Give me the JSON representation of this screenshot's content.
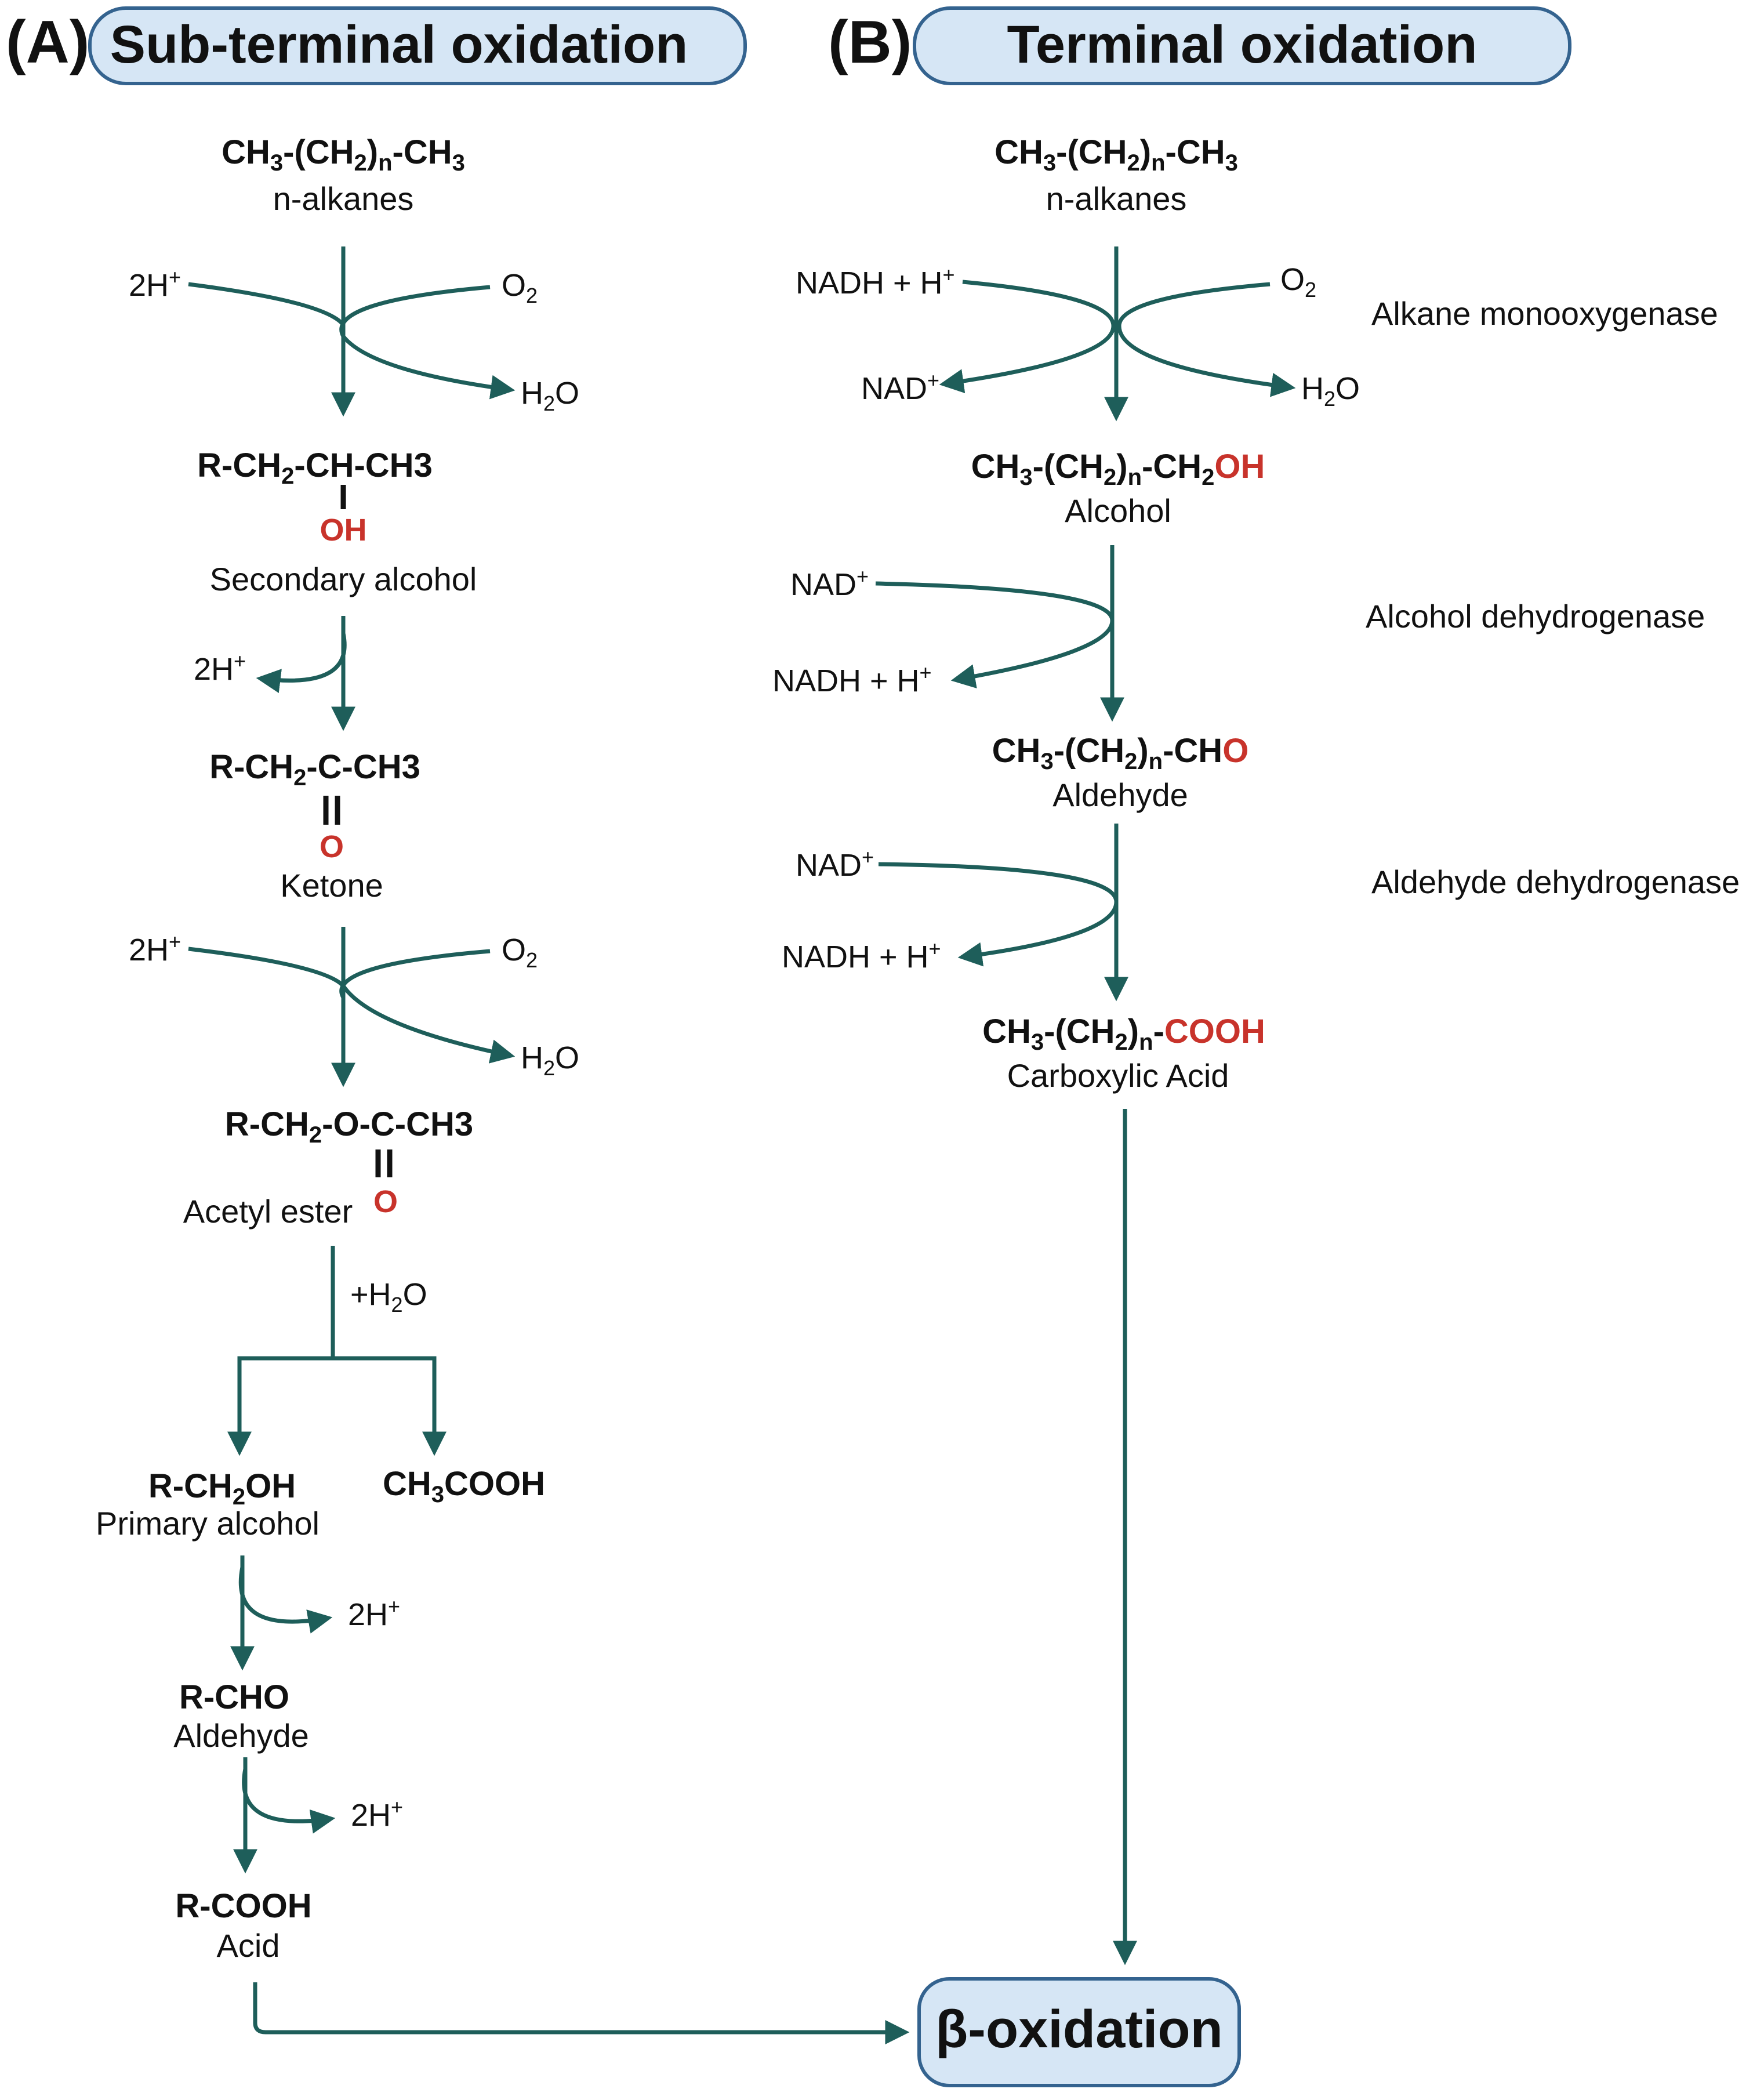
{
  "panel_a": {
    "label": "(A)",
    "title": "Sub-terminal oxidation",
    "alkane_formula": {
      "p1": "CH",
      "p2": "3",
      "p3": "-(CH",
      "p4": "2",
      "p5": ")",
      "p6": "n",
      "p7": "-CH",
      "p8": "3"
    },
    "alkane_name": "n-alkanes",
    "step1": {
      "left_in": {
        "base": "2H",
        "sup": "+"
      },
      "right_in": {
        "base": "O",
        "sub": "2"
      },
      "out": {
        "p1": "H",
        "p2": "2",
        "p3": "O"
      }
    },
    "sec_alcohol_formula": {
      "p1": "R-CH",
      "p2": "2",
      "p3": "-CH-CH3"
    },
    "sec_alcohol_oh": "OH",
    "sec_alcohol_name": "Secondary alcohol",
    "step2": {
      "out": {
        "base": "2H",
        "sup": "+"
      }
    },
    "ketone_formula": {
      "p1": "R-CH",
      "p2": "2",
      "p3": "-C-CH3"
    },
    "ketone_o": "O",
    "ketone_name": "Ketone",
    "step3": {
      "left_in": {
        "base": "2H",
        "sup": "+"
      },
      "right_in": {
        "base": "O",
        "sub": "2"
      },
      "out": {
        "p1": "H",
        "p2": "2",
        "p3": "O"
      }
    },
    "ester_formula": {
      "p1": "R-CH",
      "p2": "2",
      "p3": "-O-C-CH3"
    },
    "ester_o": "O",
    "ester_name": "Acetyl ester",
    "hydrolysis": {
      "p1": "+H",
      "p2": "2",
      "p3": "O"
    },
    "primary_formula": {
      "p1": "R-CH",
      "p2": "2",
      "p3": "OH"
    },
    "primary_name": "Primary alcohol",
    "acetic_formula": {
      "p1": "CH",
      "p2": "3",
      "p3": "COOH"
    },
    "step4": {
      "out": {
        "base": "2H",
        "sup": "+"
      }
    },
    "aldehyde_formula": "R-CHO",
    "aldehyde_name": "Aldehyde",
    "step5": {
      "out": {
        "base": "2H",
        "sup": "+"
      }
    },
    "acid_formula": "R-COOH",
    "acid_name": "Acid"
  },
  "panel_b": {
    "label": "(B)",
    "title": "Terminal oxidation",
    "alkane_formula": {
      "p1": "CH",
      "p2": "3",
      "p3": "-(CH",
      "p4": "2",
      "p5": ")",
      "p6": "n",
      "p7": "-CH",
      "p8": "3"
    },
    "alkane_name": "n-alkanes",
    "step1": {
      "left_in": {
        "base": "NADH + H",
        "sup": "+"
      },
      "left_out": {
        "base": "NAD",
        "sup": "+"
      },
      "right_in": {
        "base": "O",
        "sub": "2"
      },
      "right_out": {
        "p1": "H",
        "p2": "2",
        "p3": "O"
      },
      "enzyme": "Alkane monooxygenase"
    },
    "alcohol_formula": {
      "p1": "CH",
      "p2": "3",
      "p3": "-(CH",
      "p4": "2",
      "p5": ")",
      "p6": "n",
      "p7": "-CH",
      "p8": "2",
      "p9": "OH"
    },
    "alcohol_name": "Alcohol",
    "step2": {
      "in": {
        "base": "NAD",
        "sup": "+"
      },
      "out": {
        "base": "NADH + H",
        "sup": "+"
      },
      "enzyme": "Alcohol dehydrogenase"
    },
    "aldehyde_formula": {
      "p1": "CH",
      "p2": "3",
      "p3": "-(CH",
      "p4": "2",
      "p5": ")",
      "p6": "n",
      "p7": "-CH",
      "p8": "O"
    },
    "aldehyde_name": "Aldehyde",
    "step3": {
      "in": {
        "base": "NAD",
        "sup": "+"
      },
      "out": {
        "base": "NADH + H",
        "sup": "+"
      },
      "enzyme": "Aldehyde dehydrogenase"
    },
    "acid_formula": {
      "p1": "CH",
      "p2": "3",
      "p3": "-(CH",
      "p4": "2",
      "p5": ")",
      "p6": "n",
      "p7": "-",
      "p8": "COOH"
    },
    "acid_name": "Carboxylic Acid"
  },
  "beta_oxidation": "β-oxidation",
  "colors": {
    "arrow": "#1e5e5a",
    "highlight": "#c8332b",
    "pill_fill": "#d6e6f5",
    "pill_border": "#34638f"
  }
}
